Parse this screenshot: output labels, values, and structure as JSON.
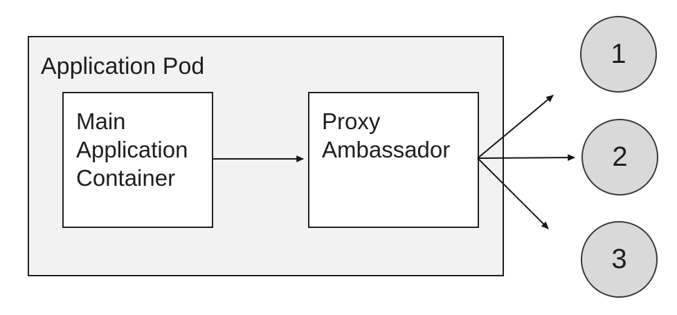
{
  "diagram": {
    "pod": {
      "title": "Application Pod"
    },
    "nodes": {
      "main_container": {
        "label": "Main Application Container",
        "lines": [
          "Main",
          "Application",
          "Container"
        ]
      },
      "proxy_ambassador": {
        "label": "Proxy Ambassador",
        "lines": [
          "Proxy",
          "Ambassador"
        ]
      }
    },
    "endpoints": [
      {
        "label": "1"
      },
      {
        "label": "2"
      },
      {
        "label": "3"
      }
    ],
    "connections": [
      {
        "from": "Main Application Container",
        "to": "Proxy Ambassador"
      },
      {
        "from": "Proxy Ambassador",
        "to": "1"
      },
      {
        "from": "Proxy Ambassador",
        "to": "2"
      },
      {
        "from": "Proxy Ambassador",
        "to": "3"
      }
    ],
    "colors": {
      "pod-fill": "#f2f2f2",
      "pod-stroke": "#1f1f1f",
      "node-fill": "#ffffff",
      "node-stroke": "#1f1f1f",
      "endpoint-fill": "#d9d9d9",
      "endpoint-stroke": "#383838",
      "connector": "#141414",
      "text": "#1e1e1e"
    }
  }
}
